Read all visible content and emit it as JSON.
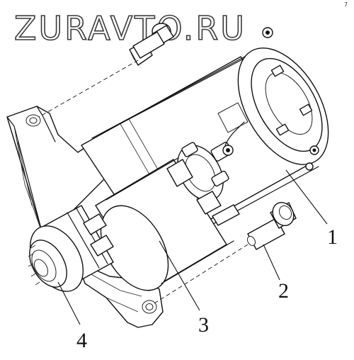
{
  "watermark": {
    "text": "ZURAVTO.RU"
  },
  "corner_mark": {
    "text": "7"
  },
  "callouts": [
    {
      "number": "1",
      "part": "starter-motor-body"
    },
    {
      "number": "2",
      "part": "mounting-bolt"
    },
    {
      "number": "3",
      "part": "solenoid"
    },
    {
      "number": "4",
      "part": "drive-pinion-housing"
    }
  ],
  "colors": {
    "line": "#111111",
    "background": "#ffffff",
    "watermark_outline": "#3a3a3a"
  }
}
